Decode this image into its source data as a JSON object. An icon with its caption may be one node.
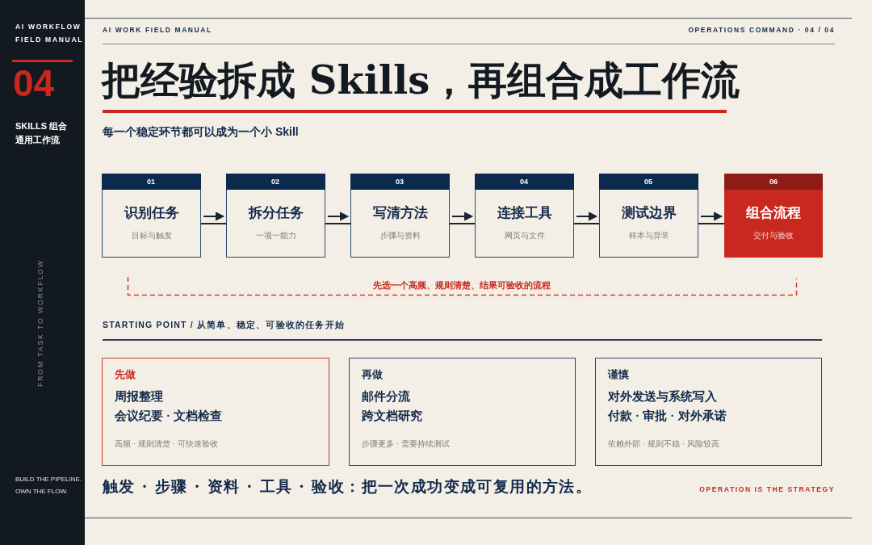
{
  "diagram": {
    "title": "把经验拆成 Skills，再组合成工作流",
    "nodes": [
      {
        "text": [
          "01",
          "识别任务",
          "目标与触发"
        ]
      },
      {
        "text": [
          "02",
          "拆分任务",
          "一项一能力"
        ]
      },
      {
        "text": [
          "03",
          "写清方法",
          "步骤与资料"
        ]
      },
      {
        "text": [
          "04",
          "连接工具",
          "网页与文件"
        ]
      },
      {
        "text": [
          "05",
          "测试边界",
          "样本与异常"
        ]
      },
      {
        "text": [
          "06",
          "组合流程",
          "交付与验收"
        ]
      },
      {
        "text": [
          "先做",
          "周报整理",
          "会议纪要 · 文档检查",
          "高频 · 规则清楚 · 可快速验收"
        ]
      },
      {
        "text": [
          "再做",
          "邮件分流",
          "跨文档研究",
          "步骤更多 · 需要持续测试"
        ]
      },
      {
        "text": [
          "谨慎",
          "对外发送与系统写入",
          "付款 · 审批 · 对外承诺",
          "依赖外部 · 规则不稳 · 风险较高"
        ]
      }
    ],
    "edges": [
      {
        "from": 0,
        "to": 1,
        "arrow": "to"
      },
      {
        "from": 1,
        "to": 2,
        "arrow": "to"
      },
      {
        "from": 2,
        "to": 3,
        "arrow": "to"
      },
      {
        "from": 3,
        "to": 4,
        "arrow": "to"
      },
      {
        "from": 4,
        "to": 5,
        "arrow": "to"
      }
    ],
    "labels": [
      "AI WORKFLOW",
      "FIELD MANUAL",
      "04",
      "SKILLS 组合",
      "通用工作流",
      "FROM TASK TO WORKFLOW",
      "BUILD THE PIPELINE.",
      "OWN THE FLOW.",
      "AI WORK FIELD MANUAL",
      "OPERATIONS COMMAND · 04 / 04",
      "每一个稳定环节都可以成为一个小 Skill",
      "先选一个高频、规则清楚、结果可验收的流程",
      "STARTING POINT / 从简单、稳定、可验收的任务开始",
      "触发 · 步骤 · 资料 · 工具 · 验收：把一次成功变成可复用的方法。",
      "OPERATION IS THE STRATEGY"
    ]
  }
}
